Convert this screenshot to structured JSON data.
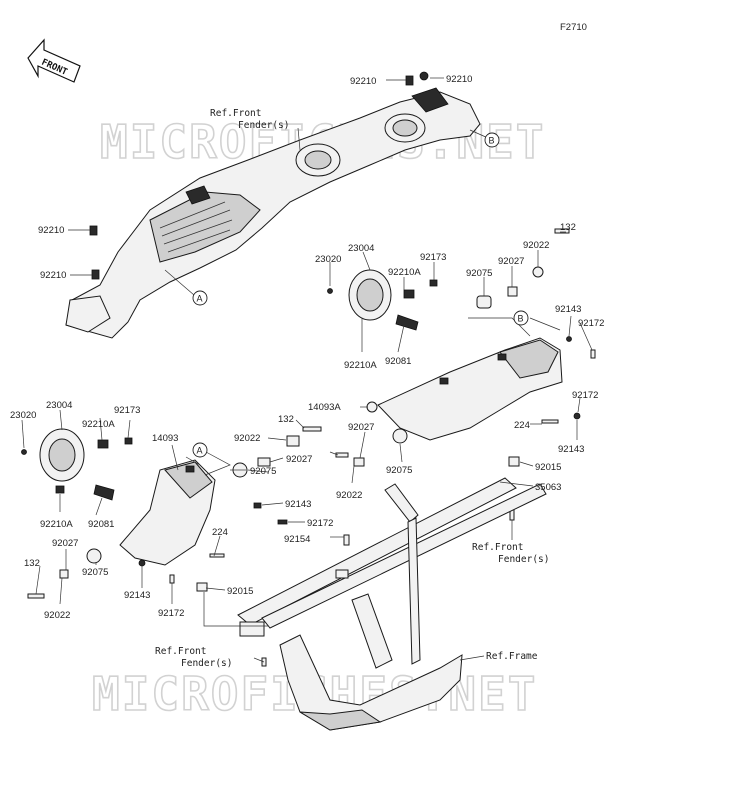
{
  "figure_code": "F2710",
  "front_arrow_label": "FRONT",
  "watermark": "MICROFICHES.NET",
  "callouts": {
    "a": "A",
    "b": "B"
  },
  "part_labels": {
    "p92210_tl": "92210",
    "p92210_tr": "92210",
    "p92210_l1": "92210",
    "p92210_l2": "92210",
    "p23020_r": "23020",
    "p23004_r": "23004",
    "p92173_r": "92173",
    "p92210A_r1": "92210A",
    "p92210A_r2": "92210A",
    "p92081_r": "92081",
    "p92075_r": "92075",
    "p92027_r": "92027",
    "p92022_r": "92022",
    "p132_r": "132",
    "p92143_r1": "92143",
    "p92172_r1": "92172",
    "p92172_r2": "92172",
    "p92143_r2": "92143",
    "p14093A": "14093A",
    "p224_r": "224",
    "p132_m": "132",
    "p92022_m1": "92022",
    "p92027_m1": "92027",
    "p92027_m2": "92027",
    "p92022_m2": "92022",
    "p92075_m": "92075",
    "p92015_r": "92015",
    "p35063": "35063",
    "p23020_l": "23020",
    "p23004_l": "23004",
    "p92173_l": "92173",
    "p92210A_l1": "92210A",
    "p14093": "14093",
    "p92075_l1": "92075",
    "p92143_l1": "92143",
    "p92172_l1": "92172",
    "p92154": "92154",
    "p92210A_l2": "92210A",
    "p92081_l": "92081",
    "p224_l": "224",
    "p92027_l": "92027",
    "p132_l": "132",
    "p92075_l2": "92075",
    "p92022_l": "92022",
    "p92143_l2": "92143",
    "p92172_l2": "92172",
    "p92015_l": "92015"
  },
  "ref_labels": {
    "front_fender_top_1": "Ref.Front",
    "front_fender_top_2": "Fender(s)",
    "front_fender_right_1": "Ref.Front",
    "front_fender_right_2": "Fender(s)",
    "front_fender_bottom_1": "Ref.Front",
    "front_fender_bottom_2": "Fender(s)",
    "frame": "Ref.Frame"
  }
}
